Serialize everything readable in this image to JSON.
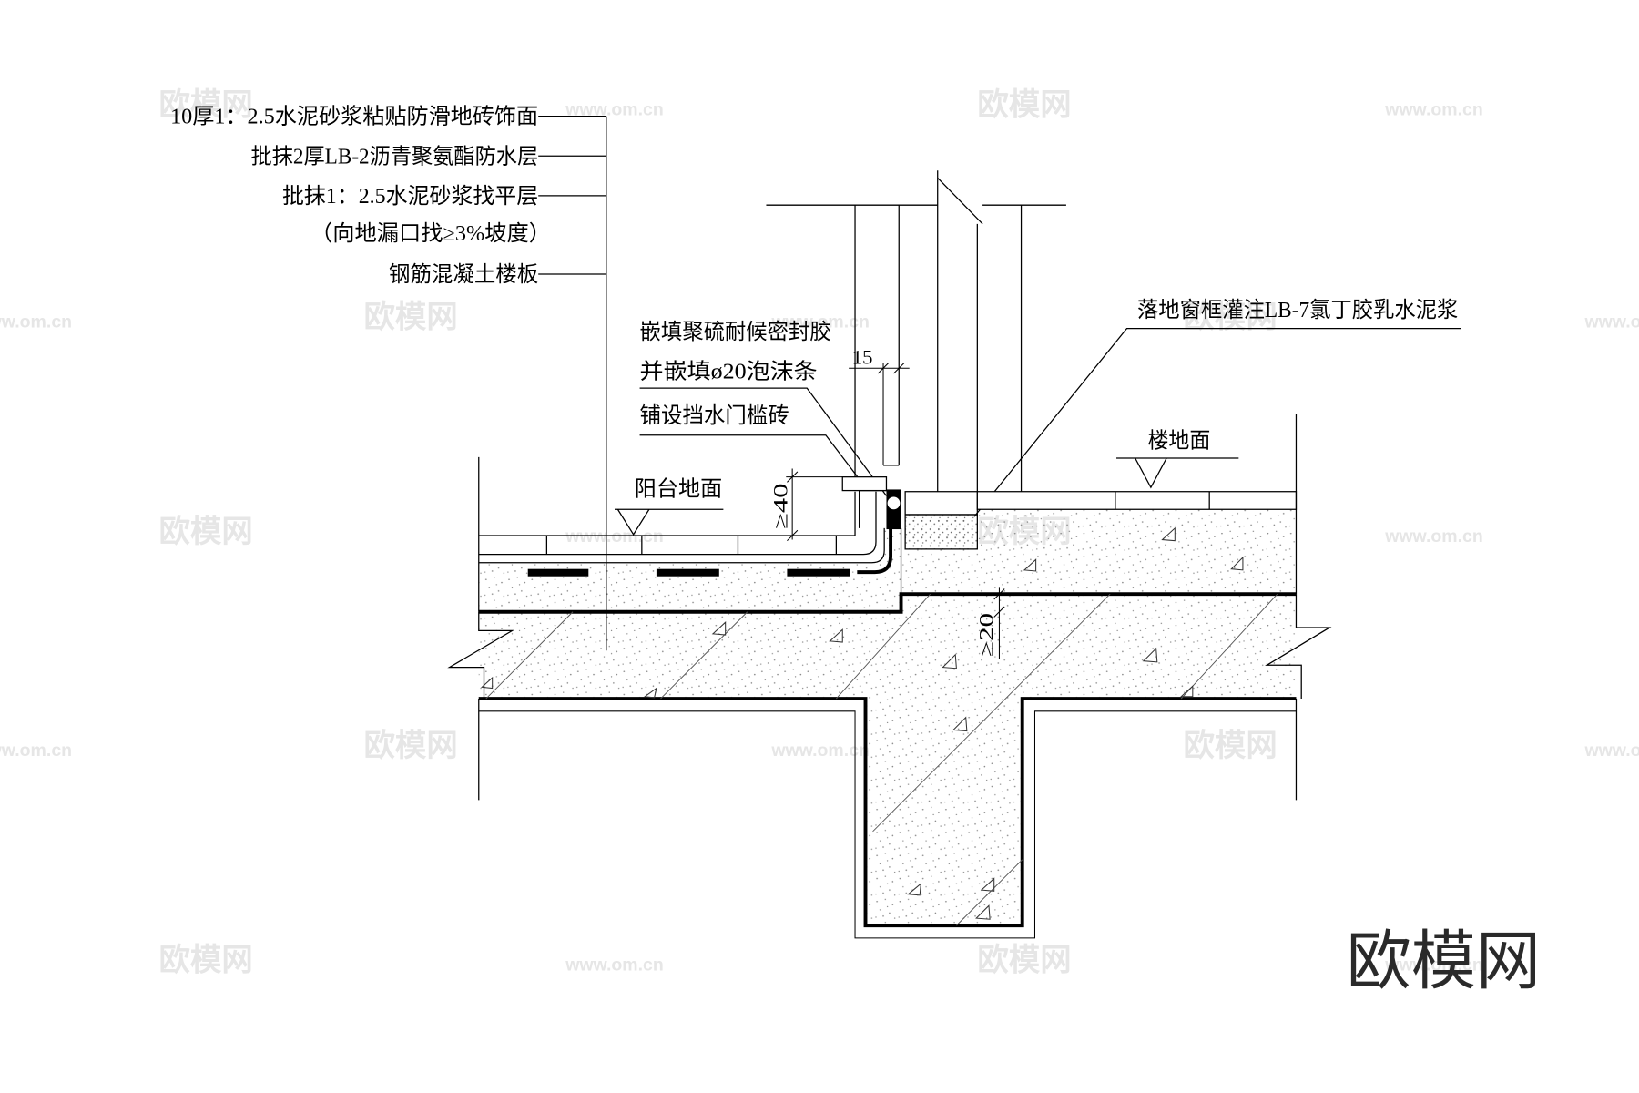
{
  "drawing": {
    "left_callout": {
      "layer_1": "10厚1：2.5水泥砂浆粘贴防滑地砖饰面",
      "layer_2": "批抹2厚LB-2沥青聚氨酯防水层",
      "layer_3": "批抹1：2.5水泥砂浆找平层",
      "layer_3_note": "（向地漏口找≥3%坡度）",
      "layer_4": "钢筋混凝土楼板"
    },
    "sealant_callout": {
      "line_1": "嵌填聚硫耐候密封胶",
      "line_2": "并嵌填ø20泡沫条"
    },
    "threshold_callout": "铺设挡水门槛砖",
    "frame_callout": "落地窗框灌注LB-7氯丁胶乳水泥浆",
    "level_labels": {
      "room_floor": "楼地面",
      "balcony_floor": "阳台地面"
    },
    "dimensions": {
      "frame_gap": "15",
      "threshold_height": "≥40",
      "slab_step": "≥20"
    }
  },
  "watermark": {
    "brand": "欧模网",
    "url": "www.om.cn",
    "logo": "欧模网"
  },
  "colors": {
    "line": "#000000",
    "watermark": "#e6e6e6",
    "logo": "#2a2a2a"
  }
}
